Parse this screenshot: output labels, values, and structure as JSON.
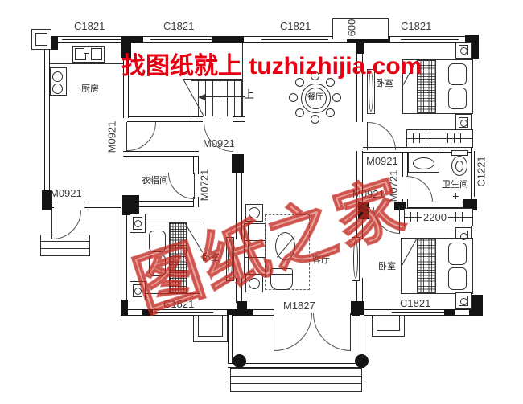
{
  "colors": {
    "watermark_red": "#e60012",
    "line": "#1c1c1c"
  },
  "watermarks": {
    "banner": "找图纸就上 tuzhizhijia.com",
    "diagonal": "图纸之家"
  },
  "rooms": {
    "kitchen": "厨房",
    "dining": "餐厅",
    "bedroom_top_right": "卧室",
    "bedroom_bottom_left": "卧室",
    "bedroom_bottom_right": "卧室",
    "bathroom": "卫生间",
    "cloakroom": "衣帽间",
    "living_room": "客厅"
  },
  "stairs": {
    "up_label": "上"
  },
  "tags": {
    "window_c1821": "C1821",
    "window_c1221": "C1221",
    "shaft_600": "600",
    "closet_2200": "2200",
    "door_m0921": "M0921",
    "door_m0721": "M0721",
    "door_m1827": "M1827"
  }
}
